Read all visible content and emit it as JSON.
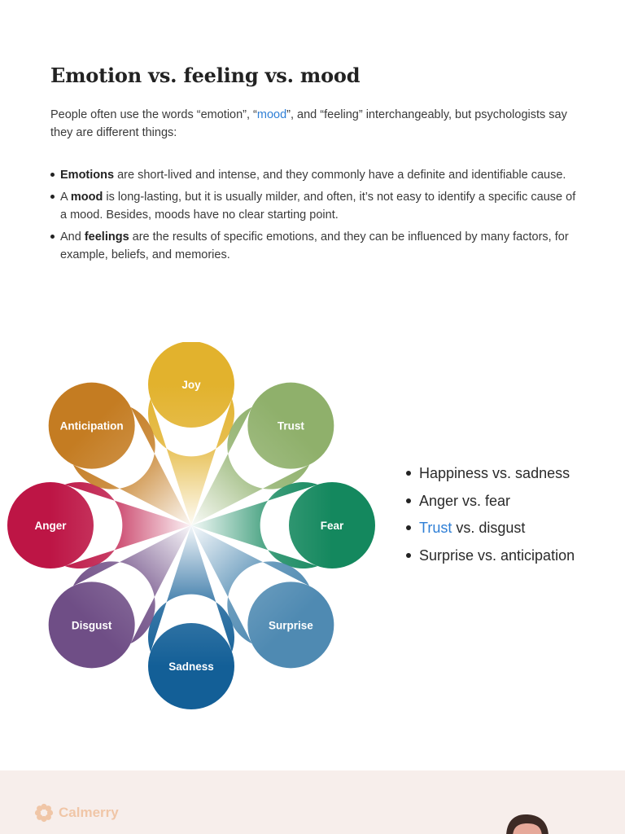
{
  "article": {
    "title": "Emotion vs. feeling vs. mood",
    "intro": {
      "before": "People often use the words “emotion”, “",
      "link": "mood",
      "after": "”, and “feeling” interchangeably, but psychologists say they are different things:"
    },
    "bullets": [
      {
        "bold": "Emotions",
        "text": " are short-lived and intense, and they commonly have a definite and identifiable cause.",
        "prefix": ""
      },
      {
        "prefix": "A ",
        "bold": "mood",
        "text": " is long-lasting, but it is usually milder, and often, it’s not easy to identify a specific cause of a mood. Besides, moods have no clear starting point."
      },
      {
        "prefix": "And ",
        "bold": "feelings",
        "text": " are the results of specific emotions, and they can be influenced by many factors, for example, beliefs, and memories."
      }
    ]
  },
  "wheel": {
    "petals": [
      {
        "label": "Joy",
        "color": "#e2b22d"
      },
      {
        "label": "Trust",
        "color": "#8fb06b"
      },
      {
        "label": "Fear",
        "color": "#14885e"
      },
      {
        "label": "Surprise",
        "color": "#4f8ab2"
      },
      {
        "label": "Sadness",
        "color": "#135f97"
      },
      {
        "label": "Disgust",
        "color": "#6f4e86"
      },
      {
        "label": "Anger",
        "color": "#bd1545"
      },
      {
        "label": "Anticipation",
        "color": "#c47c22"
      }
    ]
  },
  "pairs": {
    "items": [
      {
        "link": "",
        "text": "Happiness vs. sadness"
      },
      {
        "link": "",
        "text": "Anger vs. fear"
      },
      {
        "link": "Trust",
        "text": " vs. disgust"
      },
      {
        "link": "",
        "text": "Surprise vs. anticipation"
      }
    ],
    "link_color": "#2f7fd6"
  },
  "footer": {
    "logo_text": "Calmerry",
    "logo_color": "#f0c6a7",
    "background": "#f7eeeb"
  }
}
